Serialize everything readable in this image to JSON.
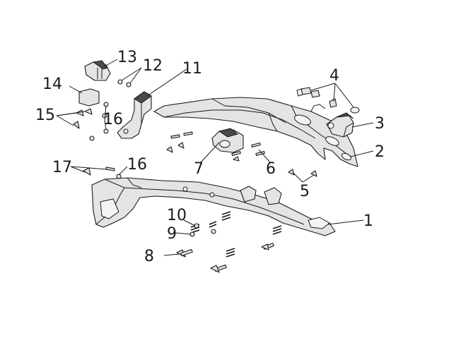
{
  "diagram": {
    "callouts": {
      "c1": "1",
      "c2": "2",
      "c3": "3",
      "c4": "4",
      "c5": "5",
      "c6": "6",
      "c7": "7",
      "c8": "8",
      "c9": "9",
      "c10": "10",
      "c11": "11",
      "c12": "12",
      "c13": "13",
      "c14": "14",
      "c15": "15",
      "c16a": "16",
      "c16b": "16",
      "c17": "17"
    }
  }
}
